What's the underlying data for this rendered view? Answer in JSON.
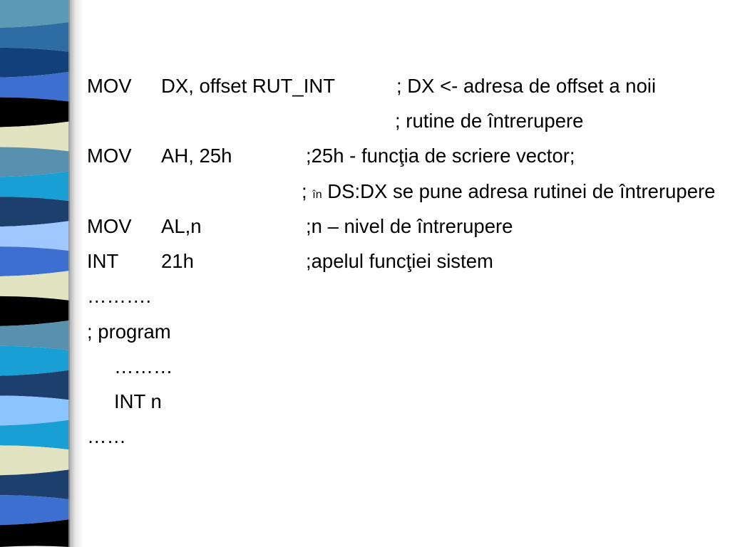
{
  "slide": {
    "stripe_colors": [
      "#5b9ab5",
      "#2e6da4",
      "#12407a",
      "#3d6fd1",
      "#000000",
      "#e2e3c1",
      "#5890ad",
      "#1a9fd4",
      "#1c3f6e",
      "#9ec8ff",
      "#3d6fd1",
      "#e2e3c1",
      "#000000",
      "#5890ad",
      "#1a9fd4",
      "#1c3f6e",
      "#8cc4ff",
      "#1a9fd4",
      "#e2e3c1",
      "#1c3f6e",
      "#3d6fd1",
      "#000000"
    ]
  },
  "code": {
    "line1": {
      "op": "MOV",
      "args": "DX, offset RUT_INT",
      "comment": "; DX <- adresa de offset a noii"
    },
    "line2": {
      "comment": "; rutine de întrerupere"
    },
    "line3": {
      "op": "MOV",
      "args": "AH, 25h",
      "comment": ";25h - funcţia de scriere vector;"
    },
    "line4": {
      "prefix": "; ",
      "small": "în",
      "comment": " DS:DX se pune adresa rutinei de întrerupere"
    },
    "line5": {
      "op": "MOV",
      "args": "AL,n",
      "comment": ";n – nivel de întrerupere"
    },
    "line6": {
      "op": "INT",
      "args": "21h",
      "comment": ";apelul funcţiei sistem"
    },
    "line7": {
      "text": "………."
    },
    "line8": {
      "text": "; program"
    },
    "line9": {
      "text": "………"
    },
    "line10": {
      "text": "INT n"
    },
    "line11": {
      "text": "……"
    }
  }
}
